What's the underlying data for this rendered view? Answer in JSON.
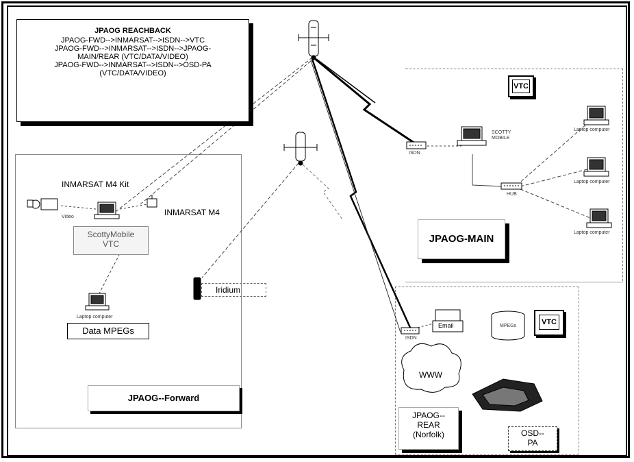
{
  "reachback": {
    "title": "JPAOG REACHBACK",
    "lines": [
      "JPAOG-FWD-->INMARSAT-->ISDN-->VTC",
      "JPAOG-FWD-->INMARSAT-->ISDN-->JPAOG-",
      "MAIN/REAR (VTC/DATA/VIDEO)",
      "JPAOG-FWD-->INMARSAT-->ISDN-->OSD-PA",
      "(VTC/DATA/VIDEO)"
    ]
  },
  "forward": {
    "inmarsat_m4_kit": "INMARSAT M4 Kit",
    "inmarsat_m4": "INMARSAT M4",
    "video_label": "Video",
    "scotty_line1": "ScottyMobile",
    "scotty_line2": "VTC",
    "laptop_label": "Laptop computer",
    "data_mpegs": "Data MPEGs",
    "title": "JPAOG--Forward"
  },
  "iridium": {
    "label": "Iridium"
  },
  "main": {
    "vtc": "VTC",
    "isdn": "ISDN",
    "scotty_mobile": "SCOTTY MOBILE",
    "hub": "HUB",
    "laptop1": "Laptop computer",
    "laptop2": "Laptop computer",
    "laptop3": "Laptop computer",
    "title": "JPAOG-MAIN"
  },
  "rear": {
    "isdn": "ISDN",
    "email": "Email",
    "server": "MPEGs",
    "vtc": "VTC",
    "www": "WWW",
    "title_line1": "JPAOG--",
    "title_line2": "REAR",
    "title_line3": "(Norfolk)",
    "osd_line1": "OSD--",
    "osd_line2": "PA"
  }
}
